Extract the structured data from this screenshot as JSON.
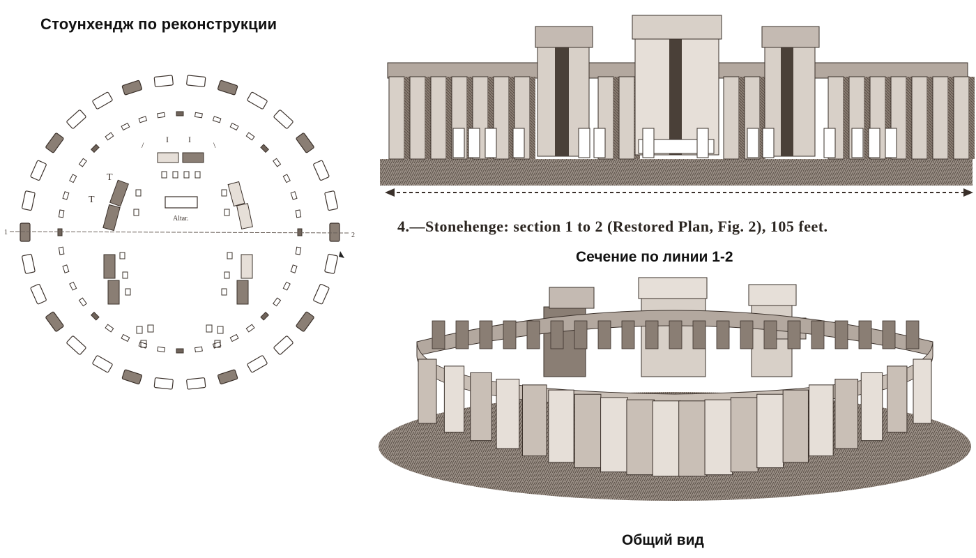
{
  "plan": {
    "title": "Стоунхендж по реконструкции",
    "altar_label": "Altar.",
    "axis_left": "1",
    "axis_right": "2"
  },
  "section": {
    "caption_en": "4.—Stonehenge: section 1 to 2 (Restored Plan, Fig. 2), 105 feet.",
    "caption_ru": "Сечение по линии 1-2"
  },
  "view": {
    "caption_ru": "Общий вид"
  },
  "colors": {
    "ink": "#3a302a",
    "stone_dark": "#6f635a",
    "stone_mid": "#9c9088",
    "stone_light": "#e6dfd8",
    "ground": "#5a4d44"
  }
}
